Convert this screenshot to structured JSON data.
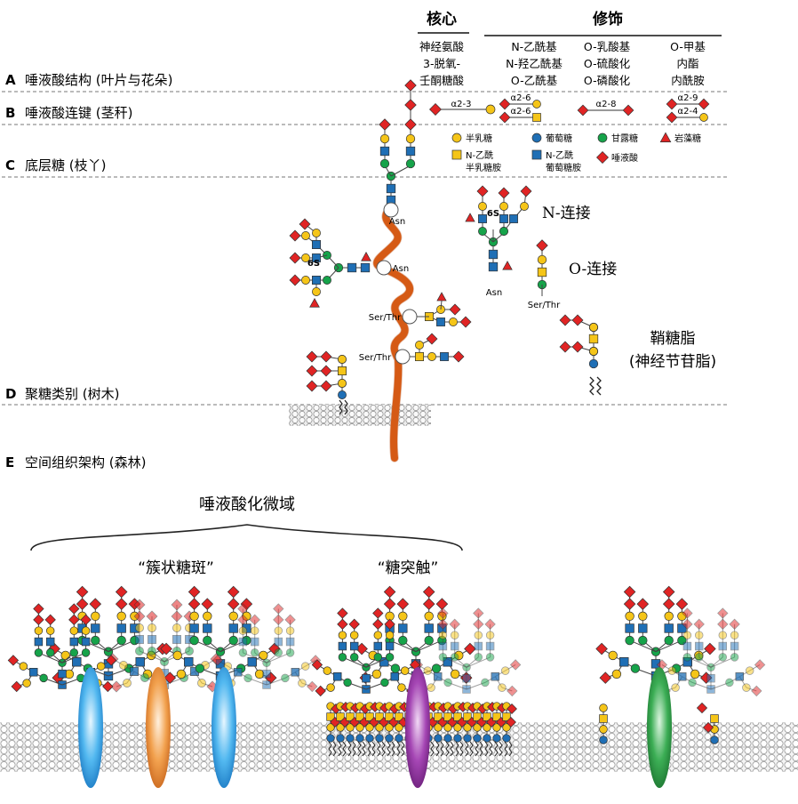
{
  "levels": [
    {
      "letter": "A",
      "text": "唾液酸结构 (叶片与花朵)"
    },
    {
      "letter": "B",
      "text": "唾液酸连键 (茎秆)"
    },
    {
      "letter": "C",
      "text": "底层糖 (枝丫)"
    },
    {
      "letter": "D",
      "text": "聚糖类别 (树木)"
    },
    {
      "letter": "E",
      "text": "空间组织架构 (森林)"
    }
  ],
  "header": {
    "core": "核心",
    "mod": "修饰",
    "core_lines": [
      "神经氨酸",
      "3-脱氧-",
      "壬酮糖酸"
    ],
    "mod_cols": [
      [
        "N-乙酰基",
        "N-羟乙酰基",
        "O-乙酰基"
      ],
      [
        "O-乳酸基",
        "O-硫酸化",
        "O-磷酸化"
      ],
      [
        "O-甲基",
        "内酯",
        "内酰胺"
      ]
    ]
  },
  "linkages": [
    "α2-3",
    "α2-6",
    "α2-6",
    "α2-8",
    "α2-9",
    "α2-4"
  ],
  "legend": [
    {
      "shape": "circle",
      "color": "#F5C518",
      "label": "半乳糖"
    },
    {
      "shape": "circle",
      "color": "#1F6FB5",
      "label": "葡萄糖"
    },
    {
      "shape": "circle",
      "color": "#16A34A",
      "label": "甘露糖"
    },
    {
      "shape": "triangle",
      "color": "#E02424",
      "label": "岩藻糖"
    },
    {
      "shape": "square",
      "color": "#F5C518",
      "label": "N-乙酰\n半乳糖胺"
    },
    {
      "shape": "square",
      "color": "#1F6FB5",
      "label": "N-乙酰\n葡萄糖胺"
    },
    {
      "shape": "diamond",
      "color": "#E02424",
      "label": "唾液酸"
    }
  ],
  "classes": {
    "n_linked": "N-连接",
    "o_linked": "O-连接",
    "glycolipid": "鞘糖脂",
    "glycolipid_sub": "(神经节苷脂)"
  },
  "residue_labels": {
    "asn": "Asn",
    "ser_thr": "Ser/Thr",
    "sulf": "6S"
  },
  "domain": {
    "title": "唾液酸化微域",
    "cluster": "“簇状糖斑”",
    "synapse": "“糖突触”"
  },
  "colors": {
    "galactose": "#F5C518",
    "glucose": "#1F6FB5",
    "mannose": "#16A34A",
    "fucose": "#E02424",
    "sialic": "#E02424",
    "protein": "#E8661B",
    "membrane": "#d4d4d4",
    "proteinBlue": "#3aa0e0",
    "proteinOrange": "#f0963c",
    "proteinPurple": "#9b3aa8",
    "proteinGreen": "#2e9e45"
  }
}
